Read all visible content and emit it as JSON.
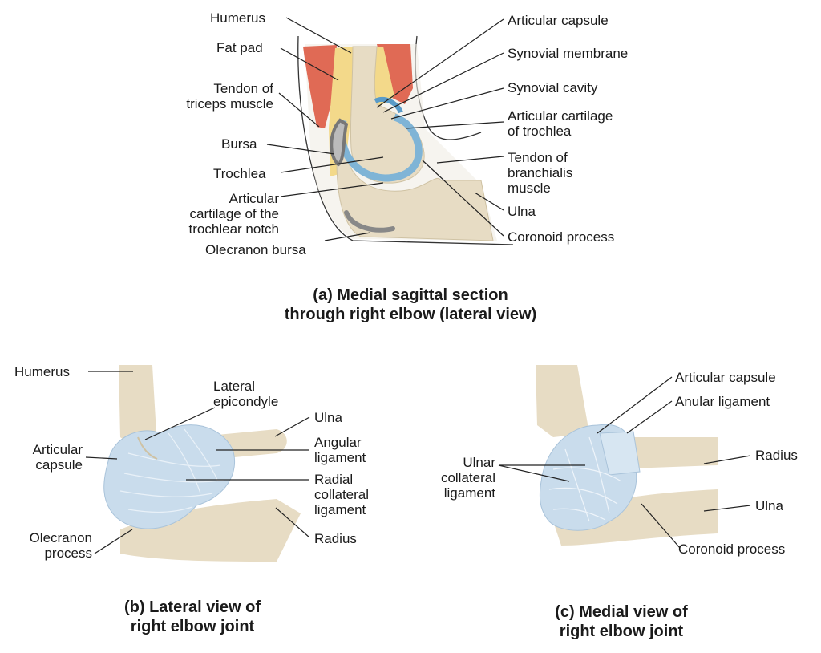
{
  "panel_a": {
    "caption": "(a) Medial sagittal section\nthrough right elbow (lateral view)",
    "labels": {
      "humerus": "Humerus",
      "fat_pad": "Fat pad",
      "tendon_triceps": "Tendon of\ntriceps muscle",
      "bursa": "Bursa",
      "trochlea": "Trochlea",
      "cartilage_notch": "Articular\ncartilage of the\ntrochlear notch",
      "olecranon_bursa": "Olecranon bursa",
      "articular_capsule": "Articular capsule",
      "synovial_membrane": "Synovial membrane",
      "synovial_cavity": "Synovial cavity",
      "cartilage_trochlea": "Articular cartilage\nof trochlea",
      "tendon_branchialis": "Tendon of\nbranchialis\nmuscle",
      "ulna": "Ulna",
      "coronoid_process": "Coronoid process"
    }
  },
  "panel_b": {
    "caption": "(b) Lateral view of\nright elbow joint",
    "labels": {
      "humerus": "Humerus",
      "lateral_epicondyle": "Lateral\nepicondyle",
      "ulna": "Ulna",
      "articular_capsule": "Articular\ncapsule",
      "angular_ligament": "Angular\nligament",
      "radial_collateral": "Radial\ncollateral\nligament",
      "olecranon_process": "Olecranon\nprocess",
      "radius": "Radius"
    }
  },
  "panel_c": {
    "caption": "(c) Medial view of\nright elbow joint",
    "labels": {
      "articular_capsule": "Articular capsule",
      "anular_ligament": "Anular ligament",
      "ulnar_collateral": "Ulnar\ncollateral\nligament",
      "radius": "Radius",
      "ulna": "Ulna",
      "coronoid_process": "Coronoid process"
    }
  },
  "colors": {
    "bone": "#e7dcc4",
    "bone_dark": "#cfc2a3",
    "muscle": "#e06a55",
    "fat": "#f3d98a",
    "ligament": "#c9dcec",
    "cartilage": "#7fb4d6",
    "bursa": "#7d7d7d",
    "line": "#222222"
  }
}
